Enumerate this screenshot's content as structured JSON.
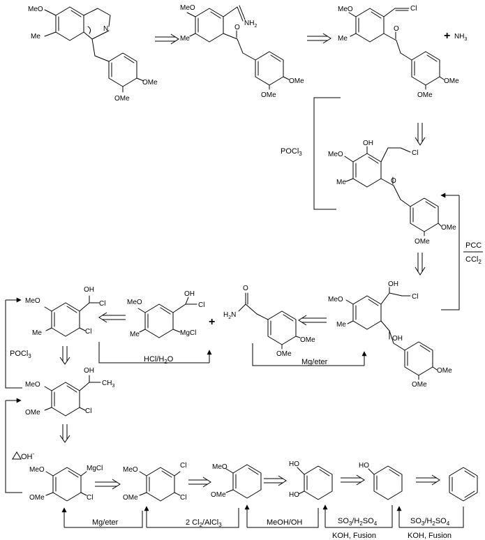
{
  "reagents": {
    "pocl3_top": "POCl",
    "pocl3_top_sub": "3",
    "pcc": "PCC",
    "ccl2": "CCl",
    "ccl2_sub": "2",
    "hcl_h2o": "HCl/H",
    "hcl_h2o_sub": "2",
    "hcl_h2o_end": "O",
    "mg_eter_1": "Mg/eter",
    "pocl3_left": "POCl",
    "pocl3_left_sub": "3",
    "delta_oh": "OH",
    "delta_oh_sup": "-",
    "mg_eter_2": "Mg/eter",
    "cl2_alcl3": "2 Cl",
    "cl2_alcl3_sub": "2",
    "cl2_alcl3_end": "/AlCl",
    "cl2_alcl3_sub2": "3",
    "meoh_oh": "MeOH/OH",
    "so3_1": "SO",
    "so3_1_sub": "3",
    "so3_1_mid": "/H",
    "so3_1_sub2": "2",
    "so3_1_end": "SO",
    "so3_1_sub3": "4",
    "koh_1": "KOH, Fusion",
    "so3_2": "SO",
    "so3_2_sub": "3",
    "so3_2_mid": "/H",
    "so3_2_sub2": "2",
    "so3_2_end": "SO",
    "so3_2_sub3": "4",
    "koh_2": "KOH, Fusion"
  },
  "operators": {
    "plus": "+"
  },
  "atoms": {
    "meo": "MeO",
    "ome": "OMe",
    "me": "Me",
    "n": "N",
    "nh2": "NH",
    "nh2_sub": "2",
    "nh3": "NH",
    "nh3_sub": "3",
    "o": "O",
    "oh": "OH",
    "ho": "HO",
    "cl": "Cl",
    "mgcl": "MgCl",
    "h2n": "H",
    "h2n_sub": "2",
    "h2n_end": "N",
    "ch3": "CH",
    "ch3_sub": "3"
  }
}
